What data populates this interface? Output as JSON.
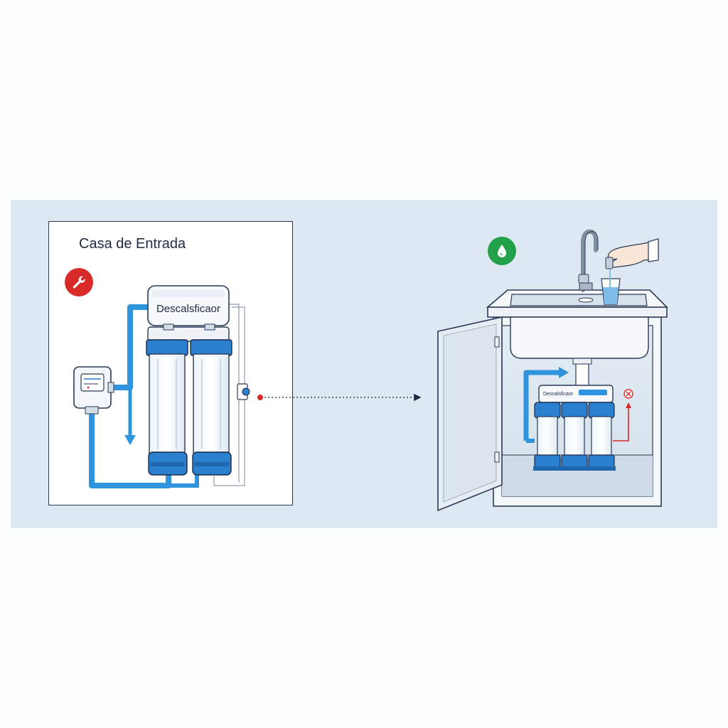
{
  "left_panel": {
    "title": "Casa de Entrada",
    "softener_label": "Descalsficaor",
    "icon": "wrench-icon"
  },
  "right_panel": {
    "unit_label": "Descalsficaor",
    "icons": [
      "water-drop-icon",
      "blocked-icon"
    ]
  },
  "colors": {
    "band_background": "#dde8f2",
    "pipe_blue": "#2f93dd",
    "filter_blue": "#2a7fcf",
    "alert_red": "#d92a2a",
    "ok_green": "#22a04a",
    "outline_navy": "#2a3a55"
  }
}
